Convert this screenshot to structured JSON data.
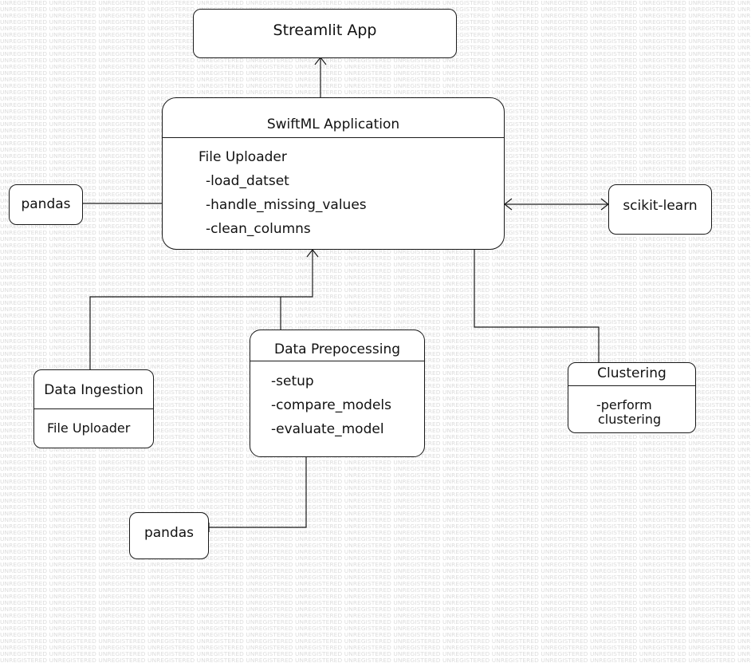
{
  "watermark_text": "UNREGISTERED",
  "colors": {
    "stroke": "#1a1a1a",
    "text": "#111111",
    "watermark": "#dcdcdc",
    "background": "#ffffff"
  },
  "diagram": {
    "streamlit_app": {
      "title": "Streamlit App"
    },
    "swiftml": {
      "title": "SwiftML Application",
      "section": "File Uploader",
      "methods": [
        "-load_datset",
        "-handle_missing_values",
        "-clean_columns"
      ]
    },
    "pandas_top": {
      "title": "pandas"
    },
    "scikit_learn": {
      "title": "scikit-learn"
    },
    "data_ingestion": {
      "title": "Data Ingestion",
      "body": "File Uploader"
    },
    "data_preprocessing": {
      "title": "Data Prepocessing",
      "methods": [
        "-setup",
        "-compare_models",
        "-evaluate_model"
      ]
    },
    "clustering": {
      "title": "Clustering",
      "body_lines": [
        "-perform",
        "clustering"
      ]
    },
    "pandas_bottom": {
      "title": "pandas"
    }
  }
}
